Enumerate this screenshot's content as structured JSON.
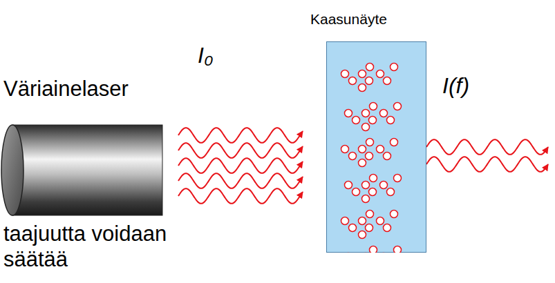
{
  "diagram": {
    "nodes": [
      {
        "text": [
          "Väriainelaser",
          "taajuutta voidaan säätää"
        ]
      },
      {
        "text": [
          "Kaasunäyte"
        ]
      }
    ],
    "labels": [
      "I₀",
      "I(f)"
    ]
  }
}
